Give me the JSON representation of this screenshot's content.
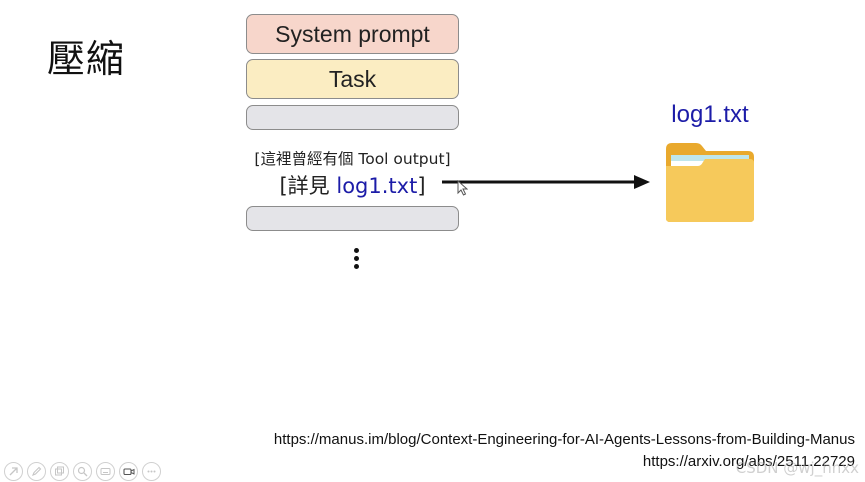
{
  "slide": {
    "title": "壓縮"
  },
  "context_stack": {
    "system_prompt": "System prompt",
    "task": "Task",
    "note_line1": "[這裡曾經有個 Tool output]",
    "note_line2_prefix": "[詳見 ",
    "note_line2_file": "log1.txt",
    "note_line2_suffix": "]"
  },
  "file": {
    "label": "log1.txt",
    "icon": "folder-icon"
  },
  "references": {
    "line1": "https://manus.im/blog/Context-Engineering-for-AI-Agents-Lessons-from-Building-Manus",
    "line2": "https://arxiv.org/abs/2511.22729"
  },
  "watermark": "CSDN @wj_hnxx",
  "toolbar": {
    "buttons": [
      "arrow-icon",
      "pen-icon",
      "slides-icon",
      "zoom-icon",
      "subtitle-icon",
      "camera-icon",
      "more-icon"
    ]
  },
  "colors": {
    "system_box": "#f7d6cb",
    "task_box": "#fbedc2",
    "empty_box": "#e4e4e8",
    "link_blue": "#1c1ca8",
    "folder": "#f6c95b"
  }
}
